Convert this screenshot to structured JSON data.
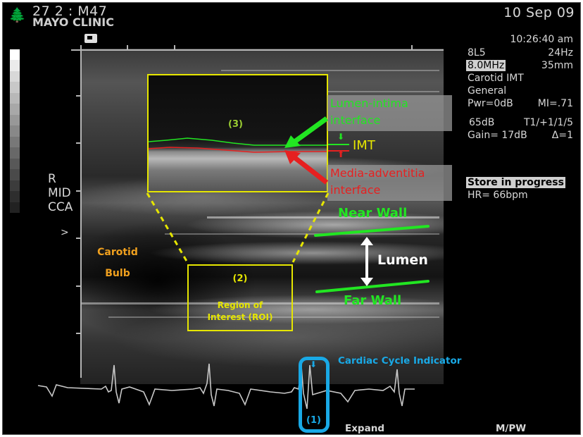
{
  "header": {
    "logo_icon": "tree-icon",
    "study_id": "27 2 : M47",
    "institution": "MAYO CLINIC",
    "date": "10 Sep 09",
    "orientation_marker_icon": "probe-orientation-icon"
  },
  "params": {
    "time": "10:26:40 am",
    "probe": "8L5",
    "frame_rate": "24Hz",
    "frequency": "8.0MHz",
    "depth": "35mm",
    "preset": "Carotid IMT",
    "mode": "General",
    "power": "Pwr=0dB",
    "mi": "MI=.71",
    "dynamic_range": "65dB",
    "tissue_settings": "T1/+1/1/5",
    "gain": "Gain= 17dB",
    "delta": "Δ=1",
    "status": "Store in progress",
    "heart_rate": "HR= 66bpm"
  },
  "side_labels": {
    "line1": "R",
    "line2": "MID",
    "line3": "CCA",
    "focus_marker": ">"
  },
  "annotations": {
    "zoom_label": "(3)",
    "lumen_intima": [
      "Lumen-intima",
      "interface"
    ],
    "imt": "IMT",
    "media_adventitia": [
      "Media-adventitia",
      "interface"
    ],
    "near_wall": "Near Wall",
    "lumen": "Lumen",
    "far_wall": "Far Wall",
    "carotid_bulb": [
      "Carotid",
      "Bulb"
    ],
    "roi_number": "(2)",
    "roi_label": [
      "Region of",
      "Interest (ROI)"
    ],
    "cardiac_cycle": "Cardiac Cycle Indicator",
    "cardiac_number": "(1)"
  },
  "colors": {
    "yellow": "#e6e600",
    "green": "#22e622",
    "red": "#e62020",
    "orange": "#f0a01e",
    "blue": "#19a9e6",
    "osd": "#d8d8d8"
  },
  "footer": {
    "expand_label": "Expand",
    "mode_label": "M/PW"
  }
}
